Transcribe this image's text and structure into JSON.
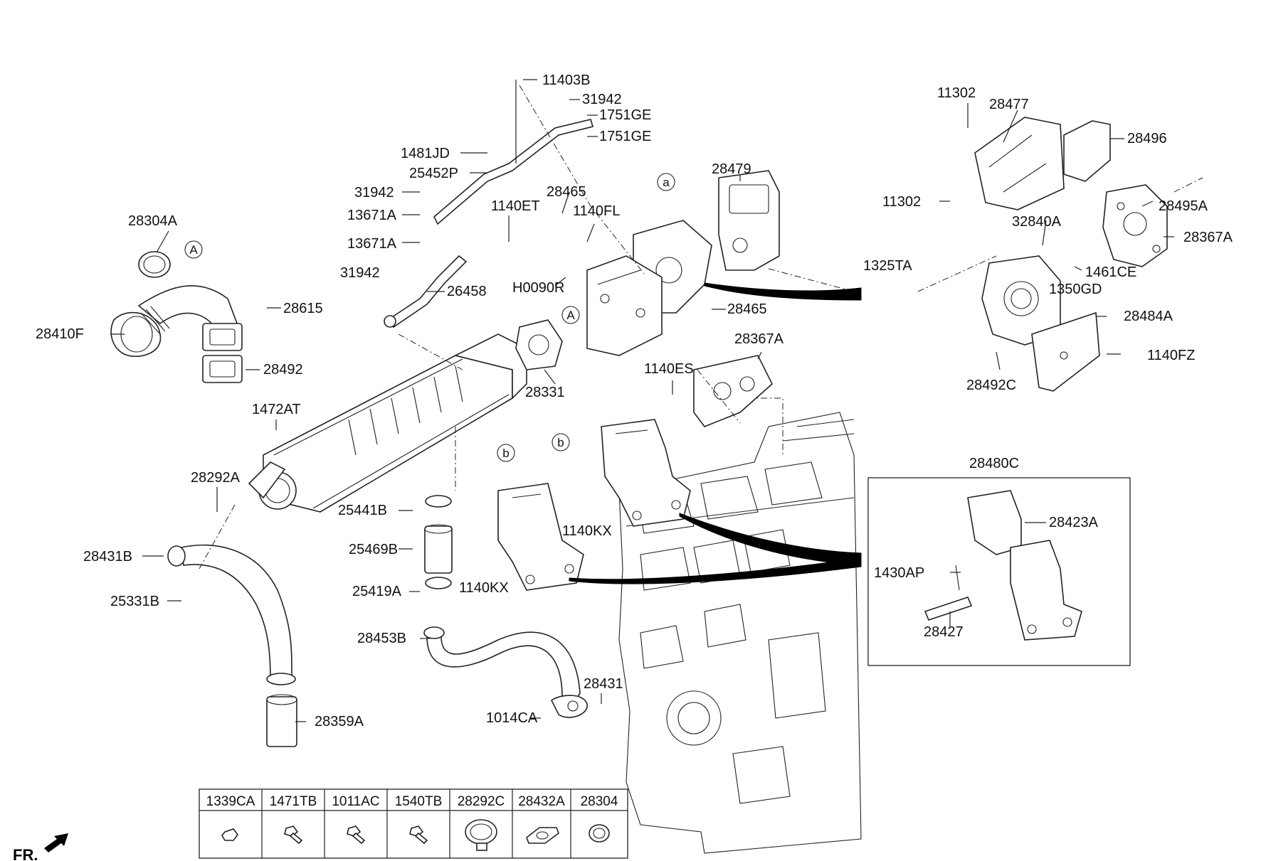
{
  "labels": {
    "l11403B": "11403B",
    "l31942_top": "31942",
    "l1751GE_a": "1751GE",
    "l1751GE_b": "1751GE",
    "l1481JD": "1481JD",
    "l25452P": "25452P",
    "l31942_mid": "31942",
    "l13671A_a": "13671A",
    "l13671A_b": "13671A",
    "l31942_low": "31942",
    "l26458": "26458",
    "l28304A": "28304A",
    "l28410F": "28410F",
    "l28615": "28615",
    "l28492": "28492",
    "l1140ET": "1140ET",
    "l28465_a": "28465",
    "l1140FL": "1140FL",
    "lH0090R": "H0090R",
    "l28479": "28479",
    "l28465_b": "28465",
    "l28367A_mid": "28367A",
    "l28331": "28331",
    "l1140ES": "1140ES",
    "l1472AT": "1472AT",
    "l28292A": "28292A",
    "l28431B": "28431B",
    "l25331B": "25331B",
    "l25441B": "25441B",
    "l25469B": "25469B",
    "l25419A": "25419A",
    "l1140KX_a": "1140KX",
    "l1140KX_b": "1140KX",
    "l28453B": "28453B",
    "l28431": "28431",
    "l1014CA": "1014CA",
    "l28359A": "28359A",
    "l11302_a": "11302",
    "l28477": "28477",
    "l28496": "28496",
    "l11302_b": "11302",
    "l28495A": "28495A",
    "l32840A": "32840A",
    "l28367A_right": "28367A",
    "l1325TA": "1325TA",
    "l1461CE": "1461CE",
    "l1350GD": "1350GD",
    "l28484A": "28484A",
    "l1140FZ": "1140FZ",
    "l28492C": "28492C",
    "l28480C": "28480C",
    "l28423A": "28423A",
    "l1430AP": "1430AP",
    "l28427": "28427"
  },
  "refs": {
    "a_top": "a",
    "A_left": "A",
    "A_mid": "A",
    "b_left": "b",
    "b_right": "b"
  },
  "table": {
    "headers": [
      "1339CA",
      "1471TB",
      "1011AC",
      "1540TB",
      "28292C",
      "28432A",
      "28304"
    ]
  },
  "direction": {
    "text": "FR."
  }
}
